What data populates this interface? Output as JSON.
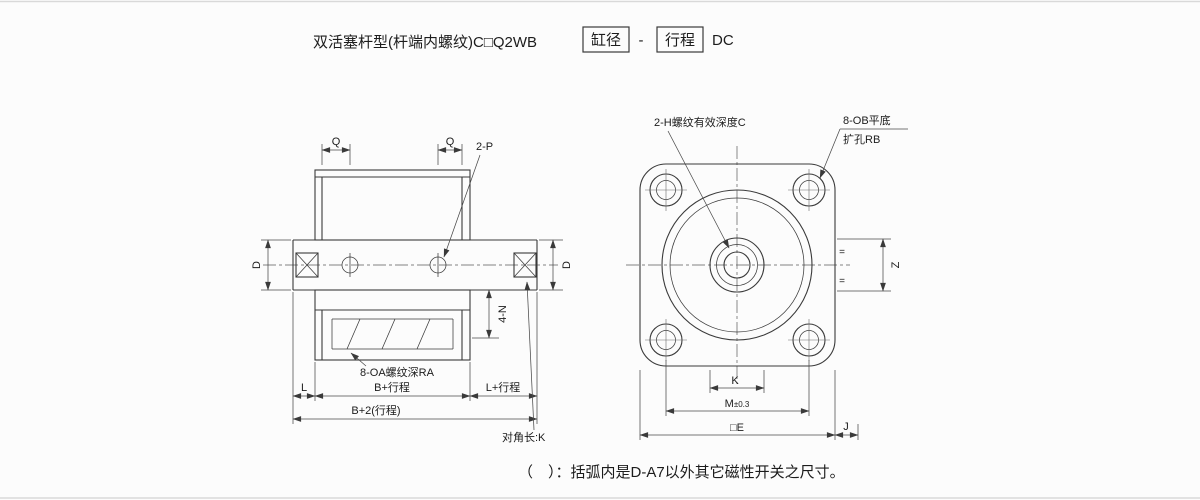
{
  "colors": {
    "background": "#fcfcfc",
    "line": "#3a3a3a"
  },
  "header": {
    "title": "双活塞杆型(杆端内螺纹)C□Q2WB",
    "bore_box_label": "缸径",
    "separator": "-",
    "stroke_box_label": "行程",
    "suffix": "DC"
  },
  "side_view": {
    "dims": {
      "q_left": "Q",
      "q_right": "Q",
      "p_ports": "2-P",
      "d_left": "D",
      "d_right": "D",
      "n_threads": "4-N",
      "oa_note": "8-OA螺纹深RA",
      "l": "L",
      "b_plus_stroke": "B+行程",
      "l_plus_stroke": "L+行程",
      "b_plus_2_stroke": "B+2(行程)",
      "diagonal_k": "对角长:K"
    }
  },
  "front_view": {
    "dims": {
      "h_thread_note": "2-H螺纹有效深度C",
      "ob_note_line1": "8-OB平底",
      "ob_note_line2": "扩孔RB",
      "z": "Z",
      "k": "K",
      "m": "M",
      "m_tolerance": "±0.3",
      "e_square": "□E",
      "j": "J",
      "equal_mark_top": "=",
      "equal_mark_bottom": "="
    }
  },
  "footer": {
    "note": "（　）：括弧内是D-A7以外其它磁性开关之尺寸。"
  }
}
